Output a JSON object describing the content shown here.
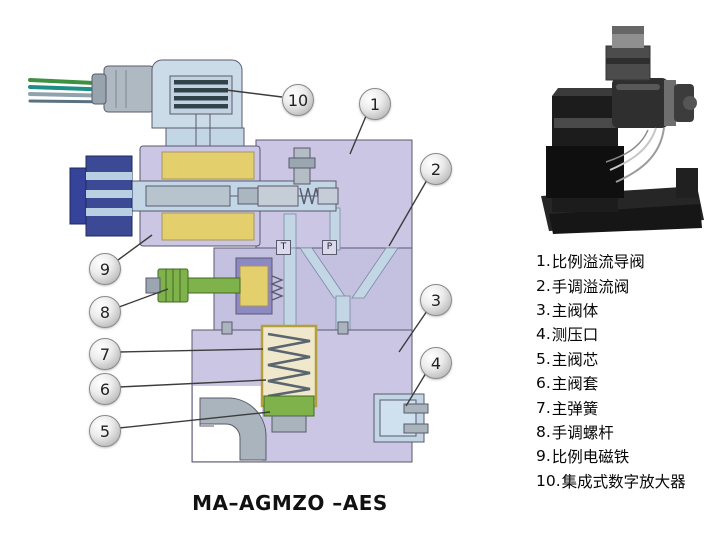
{
  "caption": "MA–AGMZO –AES",
  "port_labels": {
    "tank": "T",
    "pressure": "P"
  },
  "callouts": {
    "n1": "1",
    "n2": "2",
    "n3": "3",
    "n4": "4",
    "n5": "5",
    "n6": "6",
    "n7": "7",
    "n8": "8",
    "n9": "9",
    "n10": "10"
  },
  "legend": {
    "items": [
      {
        "num": "1.",
        "label": "比例溢流导阀"
      },
      {
        "num": "2.",
        "label": "手调溢流阀"
      },
      {
        "num": "3.",
        "label": "主阀体"
      },
      {
        "num": "4.",
        "label": "测压口"
      },
      {
        "num": "5.",
        "label": "主阀芯"
      },
      {
        "num": "6.",
        "label": "主阀套"
      },
      {
        "num": "7.",
        "label": "主弹簧"
      },
      {
        "num": "8.",
        "label": "手调螺杆"
      },
      {
        "num": "9.",
        "label": "比例电磁铁"
      },
      {
        "num": "10.",
        "label": "集成式数字放大器"
      }
    ]
  },
  "colors": {
    "valve_body_lavender": "#cac6e4",
    "passage_blue": "#c2d6e6",
    "coil_yellow": "#e3cf6b",
    "adjuster_green": "#7fb24a",
    "connector_blue": "#3c4a96",
    "cable_green": "#3f9142",
    "cable_teal": "#1d8f86"
  }
}
